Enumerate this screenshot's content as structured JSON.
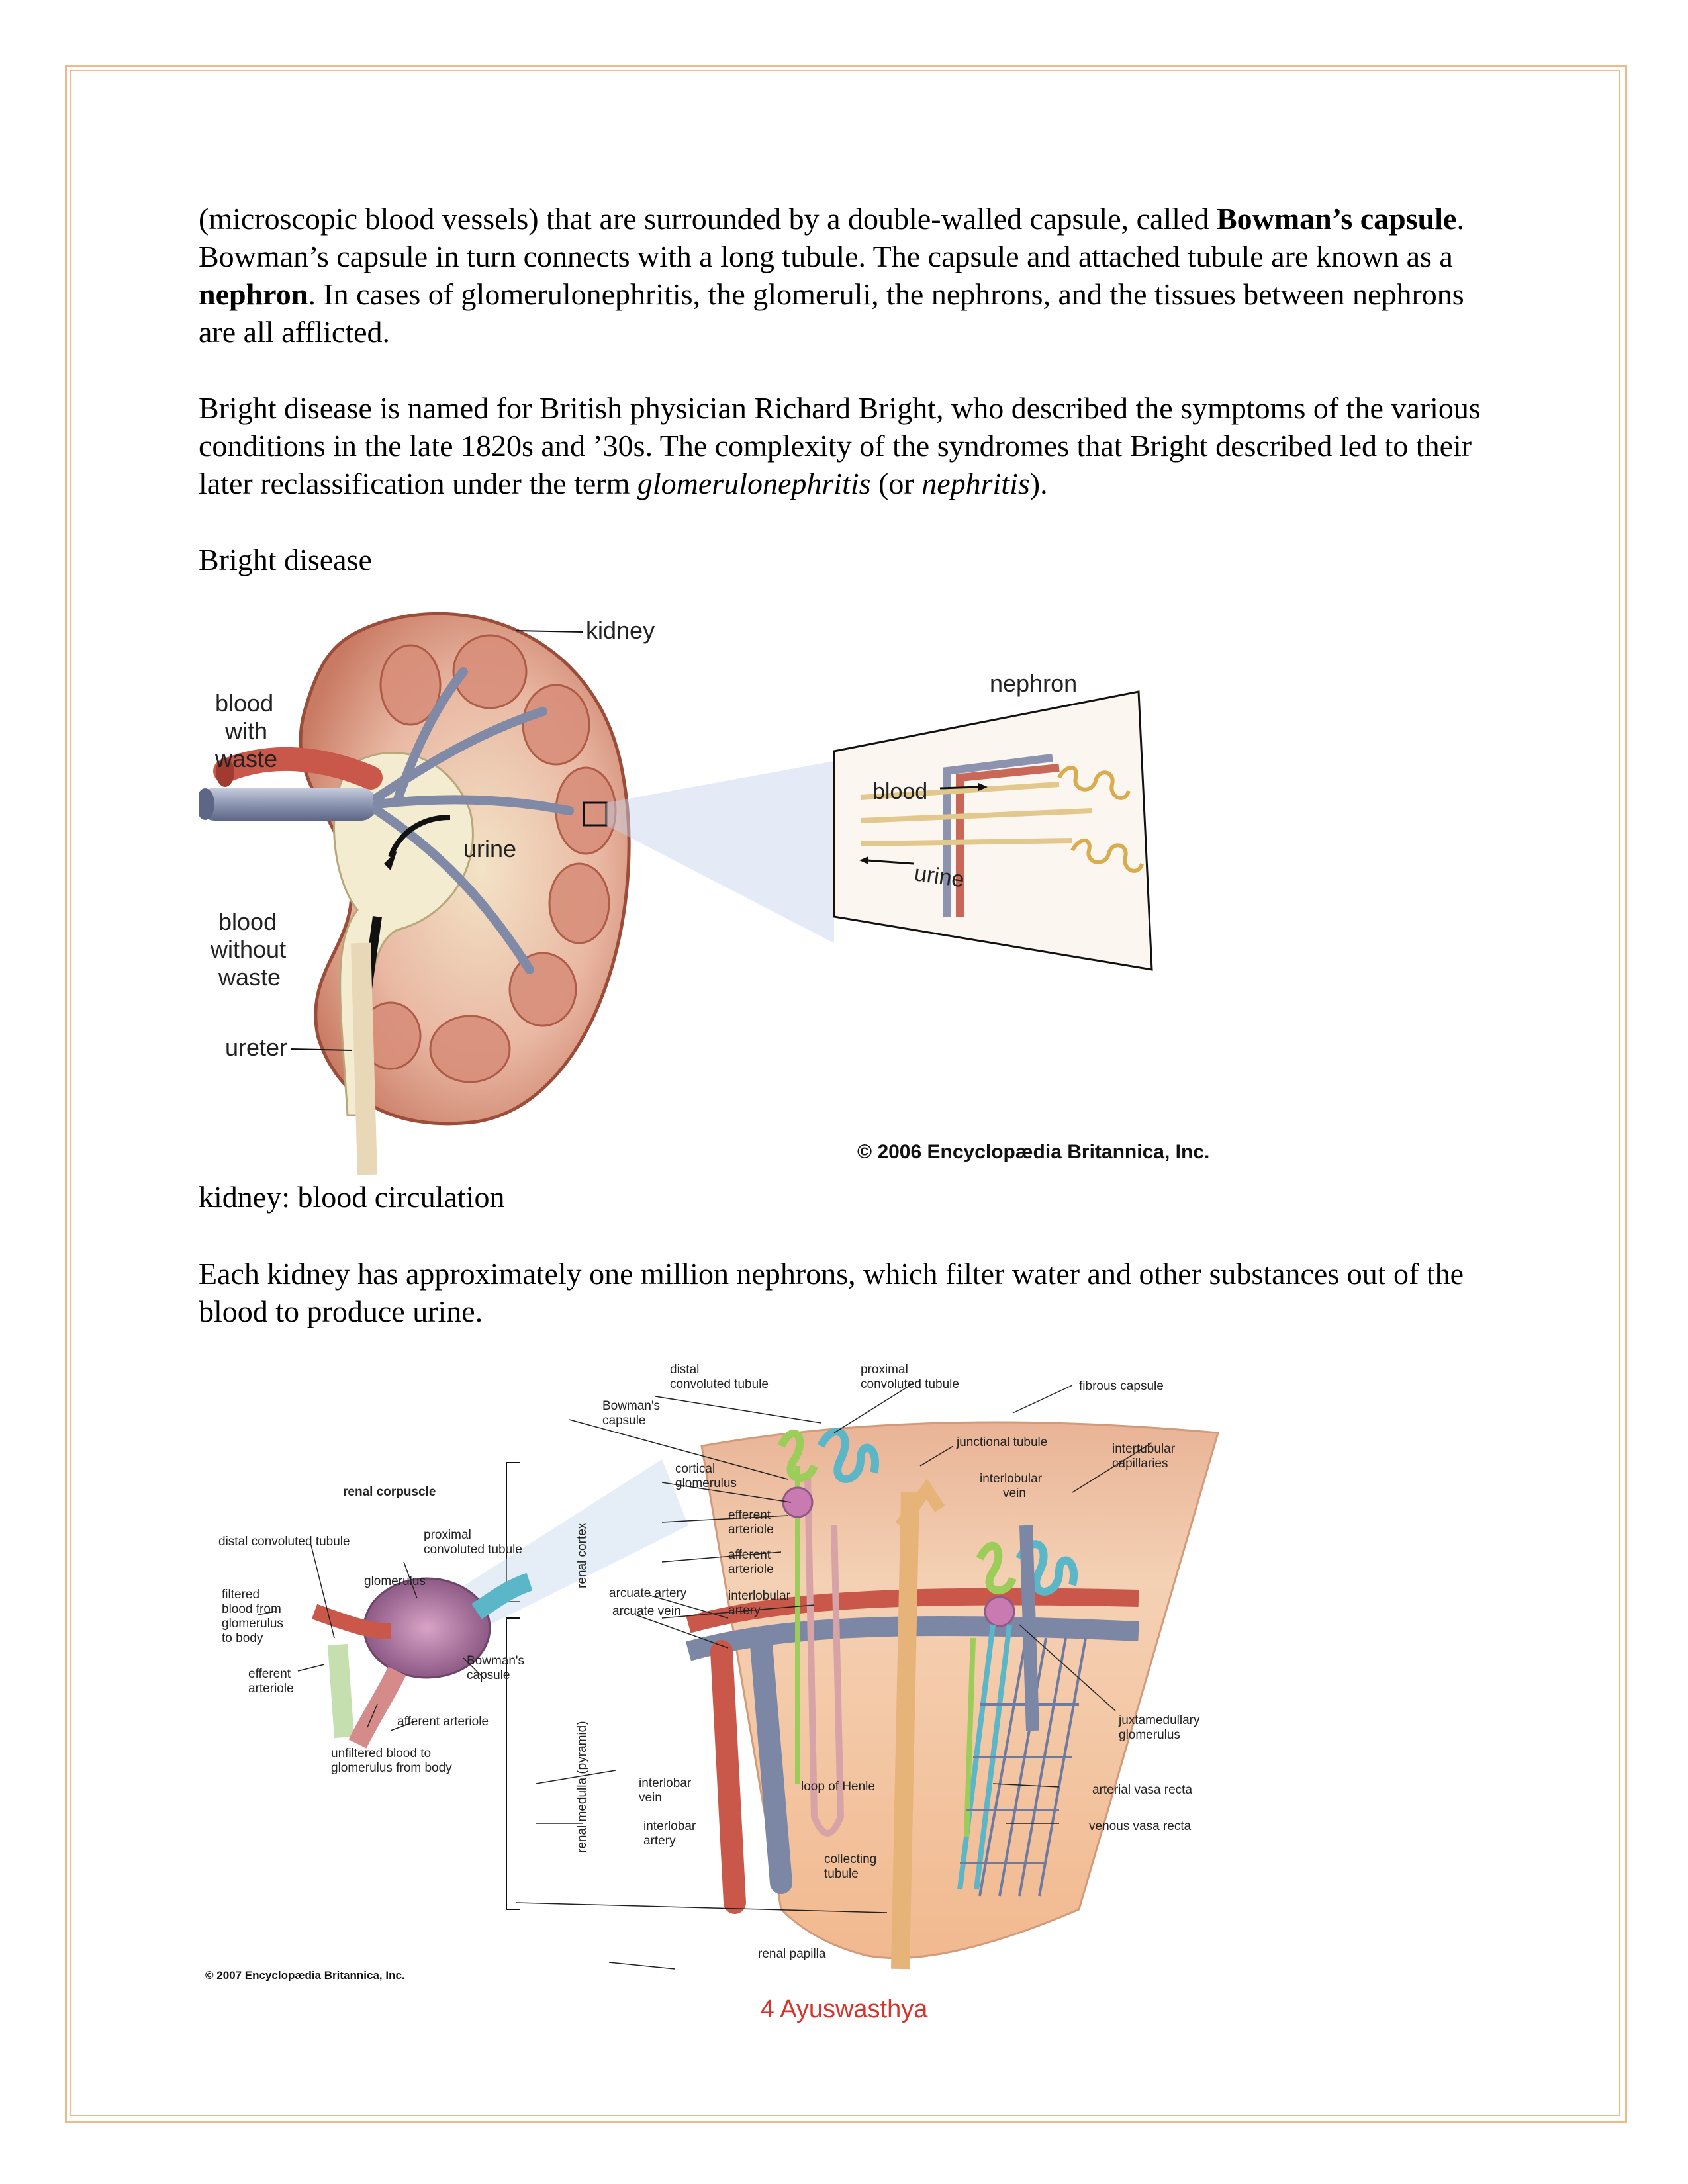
{
  "text": {
    "p1_a": "(microscopic blood vessels) that are surrounded by a double-walled capsule, called ",
    "p1_bold1": "Bowman’s capsule",
    "p1_b": ". Bowman’s capsule in turn connects with a long tubule. The capsule and attached tubule are known as a ",
    "p1_bold2": "nephron",
    "p1_c": ". In cases of glomerulonephritis, the glomeruli, the nephrons, and the tissues between nephrons are all afflicted.",
    "p2_a": "Bright disease is named for British physician Richard Bright, who described the symptoms of the various conditions in the late 1820s and ’30s. The complexity of the syndromes that Bright described led to their later reclassification under the term ",
    "p2_italic1": "glomerulonephritis",
    "p2_b": " (or ",
    "p2_italic2": "nephritis",
    "p2_c": ").",
    "caption1": "Bright disease",
    "caption2": "kidney: blood circulation",
    "p3": "Each kidney has approximately one million nephrons, which filter water and other substances out of the blood to produce urine."
  },
  "figure1": {
    "labels": {
      "kidney": "kidney",
      "nephron": "nephron",
      "blood_with_waste_1": "blood",
      "blood_with_waste_2": "with",
      "blood_with_waste_3": "waste",
      "urine_kidney": "urine",
      "blood_without_waste_1": "blood",
      "blood_without_waste_2": "without",
      "blood_without_waste_3": "waste",
      "ureter": "ureter",
      "blood_nephron": "blood",
      "urine_nephron": "urine"
    },
    "credit": "© 2006 Encyclopædia Britannica, Inc."
  },
  "figure2": {
    "labels": {
      "distal_convoluted_tubule_top_1": "distal",
      "distal_convoluted_tubule_top_2": "convoluted tubule",
      "proximal_convoluted_tubule_top_1": "proximal",
      "proximal_convoluted_tubule_top_2": "convoluted tubule",
      "fibrous_capsule": "fibrous capsule",
      "bowmans_capsule_top_1": "Bowman's",
      "bowmans_capsule_top_2": "capsule",
      "junctional_tubule": "junctional tubule",
      "intertubular_capillaries_1": "intertubular",
      "intertubular_capillaries_2": "capillaries",
      "cortical_glomerulus_1": "cortical",
      "cortical_glomerulus_2": "glomerulus",
      "interlobular_vein_1": "interlobular",
      "interlobular_vein_2": "vein",
      "renal_corpuscle": "renal corpuscle",
      "efferent_arteriole_1": "efferent",
      "efferent_arteriole_2": "arteriole",
      "distal_convoluted_tubule_left": "distal convoluted tubule",
      "proximal_convoluted_tubule_left_1": "proximal",
      "proximal_convoluted_tubule_left_2": "convoluted tubule",
      "afferent_arteriole_1": "afferent",
      "afferent_arteriole_2": "arteriole",
      "glomerulus": "glomerulus",
      "filtered_blood_1": "filtered",
      "filtered_blood_2": "blood from",
      "filtered_blood_3": "glomerulus",
      "filtered_blood_4": "to body",
      "arcuate_artery": "arcuate artery",
      "arcuate_vein": "arcuate vein",
      "interlobular_artery_1": "interlobular",
      "interlobular_artery_2": "artery",
      "renal_cortex": "renal cortex",
      "efferent_arteriole_left_1": "efferent",
      "efferent_arteriole_left_2": "arteriole",
      "bowmans_capsule_left_1": "Bowman's",
      "bowmans_capsule_left_2": "capsule",
      "afferent_arteriole_left": "afferent arteriole",
      "juxtamedullary_glomerulus_1": "juxtamedullary",
      "juxtamedullary_glomerulus_2": "glomerulus",
      "renal_medulla": "renal medulla (pyramid)",
      "unfiltered_blood_1": "unfiltered blood to",
      "unfiltered_blood_2": "glomerulus from body",
      "interlobar_vein_1": "interlobar",
      "interlobar_vein_2": "vein",
      "loop_of_henle": "loop of Henle",
      "arterial_vasa_recta": "arterial vasa recta",
      "interlobar_artery_1": "interlobar",
      "interlobar_artery_2": "artery",
      "venous_vasa_recta": "venous vasa recta",
      "collecting_tubule_1": "collecting",
      "collecting_tubule_2": "tubule",
      "renal_papilla": "renal papilla"
    },
    "credit": "© 2007 Encyclopædia Britannica, Inc."
  },
  "footer": "4 Ayuswasthya"
}
